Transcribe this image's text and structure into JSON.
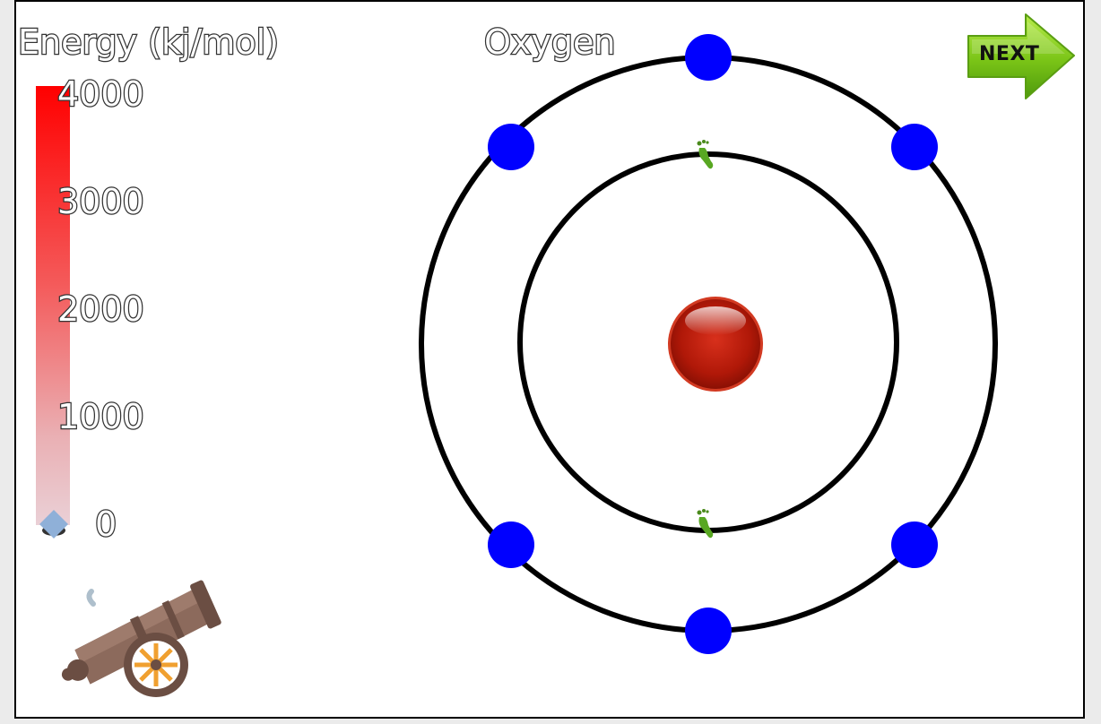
{
  "energy_label": "Energy (kj/mol)",
  "element_name": "Oxygen",
  "energy_scale": {
    "ticks": [
      "4000",
      "3000",
      "2000",
      "1000",
      "0"
    ],
    "max": 4000,
    "min": 0,
    "current_value": 0
  },
  "next_button": {
    "label": "NEXT"
  },
  "atom": {
    "inner_shell_electrons": 2,
    "outer_shell_electrons": 6
  },
  "colors": {
    "electron": "#0000ff",
    "nucleus": "#c0180a",
    "shell": "#000000",
    "gauge_top": "#ff0000",
    "gauge_bottom": "#ead0d6",
    "next_green": "#7ac417"
  },
  "icons": {
    "footprint": "footprint-icon",
    "cannon": "cannon-icon",
    "next": "next-arrow-icon"
  }
}
